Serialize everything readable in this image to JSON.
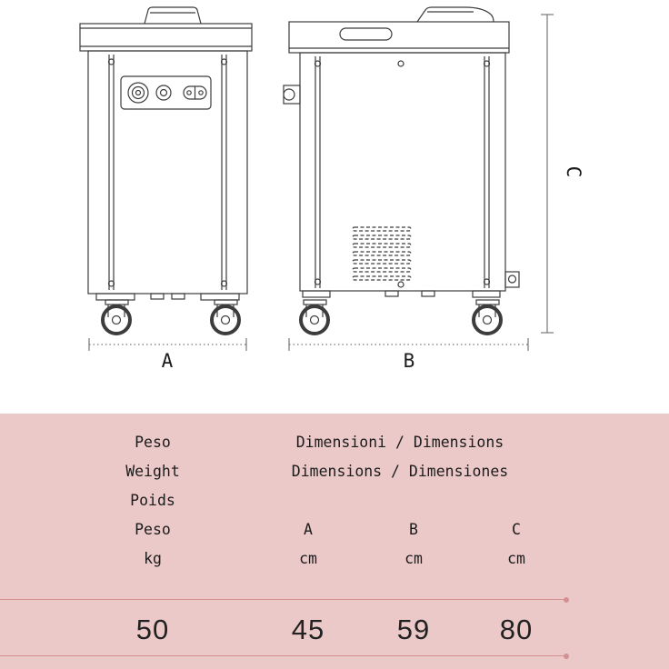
{
  "colors": {
    "table_background": "#ecc9c9",
    "divider": "#d49090",
    "drawing_line": "#3c3c3c",
    "text": "#1c1c1c"
  },
  "diagram": {
    "dim_labels": {
      "a": "A",
      "b": "B",
      "c": "C"
    }
  },
  "table": {
    "weight_header": {
      "lines": [
        "Peso",
        "Weight",
        "Poids",
        "Peso"
      ],
      "unit": "kg"
    },
    "dimensions_header": {
      "line1": "Dimensioni / Dimensions",
      "line2": "Dimensions / Dimensiones"
    },
    "columns": [
      {
        "label": "A",
        "unit": "cm",
        "value": "45"
      },
      {
        "label": "B",
        "unit": "cm",
        "value": "59"
      },
      {
        "label": "C",
        "unit": "cm",
        "value": "80"
      }
    ],
    "weight_value": "50"
  }
}
